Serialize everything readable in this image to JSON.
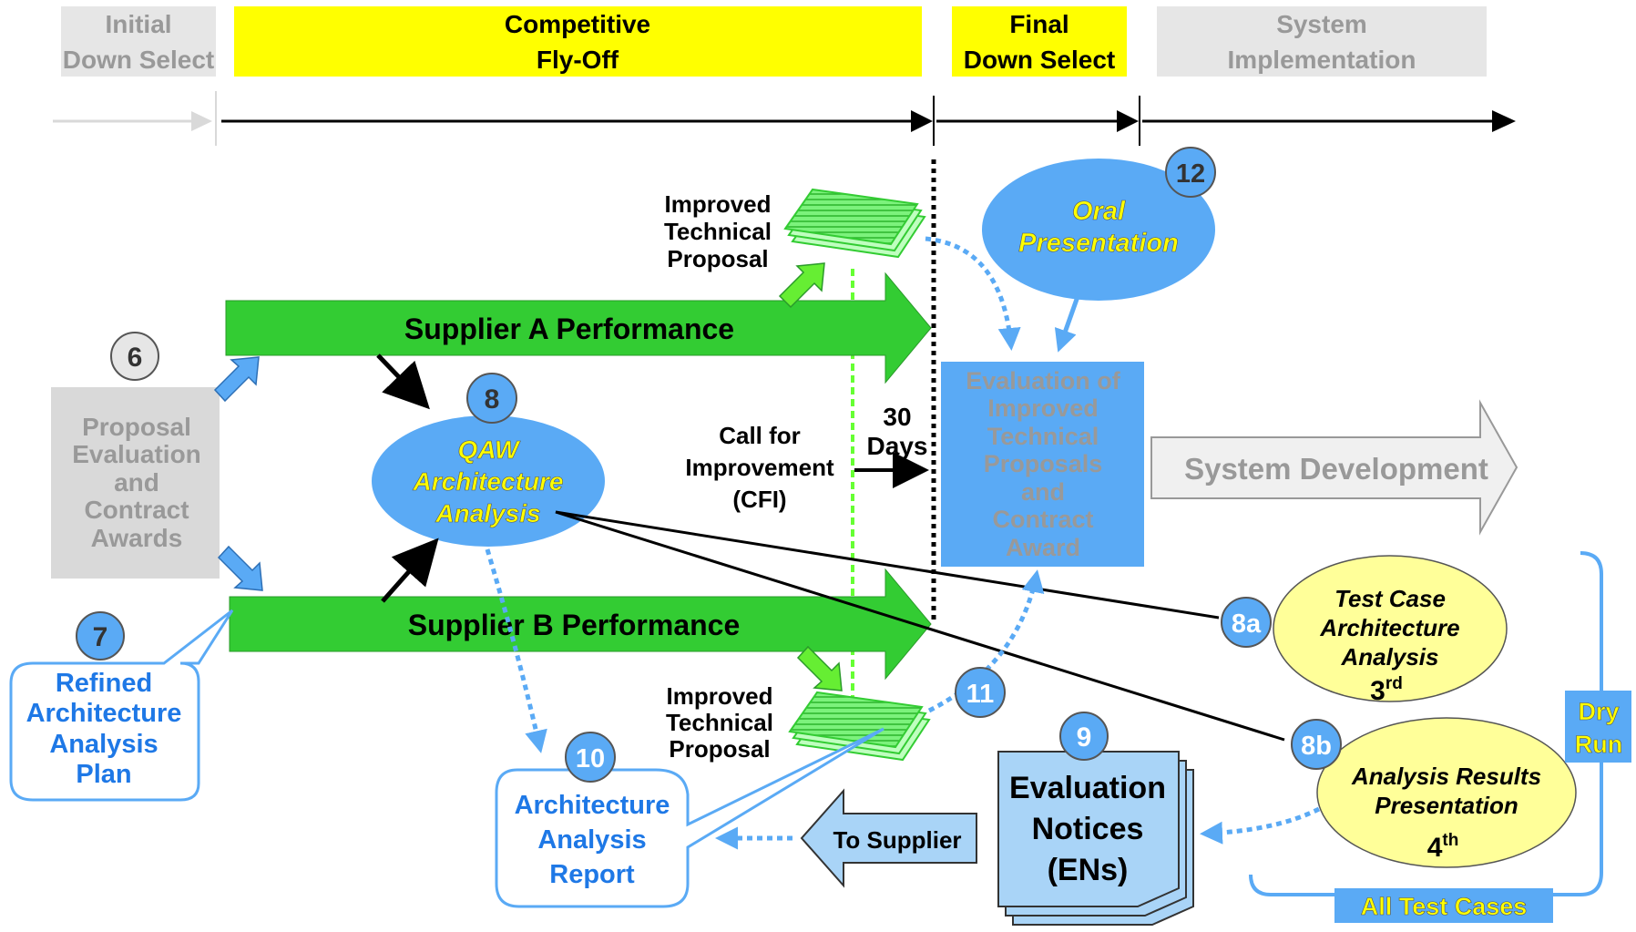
{
  "phases": [
    {
      "line1": "Initial",
      "line2": "Down Select"
    },
    {
      "line1": "Competitive",
      "line2": "Fly-Off"
    },
    {
      "line1": "Final",
      "line2": "Down Select"
    },
    {
      "line1": "System",
      "line2": "Implementation"
    }
  ],
  "badges": {
    "b6": "6",
    "b7": "7",
    "b8": "8",
    "b8a": "8a",
    "b8b": "8b",
    "b9": "9",
    "b10": "10",
    "b11": "11",
    "b12": "12"
  },
  "proposal_box": [
    "Proposal",
    "Evaluation",
    "and",
    "Contract",
    "Awards"
  ],
  "supplier_a": "Supplier A Performance",
  "supplier_b": "Supplier B Performance",
  "qaw": [
    "QAW",
    "Architecture",
    "Analysis"
  ],
  "improved_top": [
    "Improved",
    "Technical",
    "Proposal"
  ],
  "improved_bottom": [
    "Improved",
    "Technical",
    "Proposal"
  ],
  "cfi": [
    "Call for",
    "Improvement",
    "(CFI)"
  ],
  "days": [
    "30",
    "Days"
  ],
  "oral": [
    "Oral",
    "Presentation"
  ],
  "eval_box": [
    "Evaluation of",
    "Improved",
    "Technical",
    "Proposals",
    "and",
    "Contract",
    "Award"
  ],
  "system_dev": "System Development",
  "test_case": [
    "Test Case",
    "Architecture",
    "Analysis"
  ],
  "test_case_order": {
    "num": "3",
    "sup": "rd"
  },
  "analysis_results": [
    "Analysis Results",
    "Presentation"
  ],
  "analysis_results_order": {
    "num": "4",
    "sup": "th"
  },
  "dry_run": [
    "Dry",
    "Run"
  ],
  "all_test_cases": "All Test Cases",
  "refined_plan": [
    "Refined",
    "Architecture",
    "Analysis",
    "Plan"
  ],
  "arch_report": [
    "Architecture",
    "Analysis",
    "Report"
  ],
  "to_supplier": "To Supplier",
  "eval_notices": [
    "Evaluation",
    "Notices",
    "(ENs)"
  ],
  "colors": {
    "phase_yellow": "#ffff00",
    "phase_gray": "#e6e6e6",
    "arrow_green": "#33cc33",
    "ellipse_blue": "#5aaaf5",
    "ellipse_yellow": "#ffff99",
    "eval_blue": "#5aaaf5",
    "report_blue": "#1e78e6",
    "badge_blue": "#5aaaf5"
  }
}
